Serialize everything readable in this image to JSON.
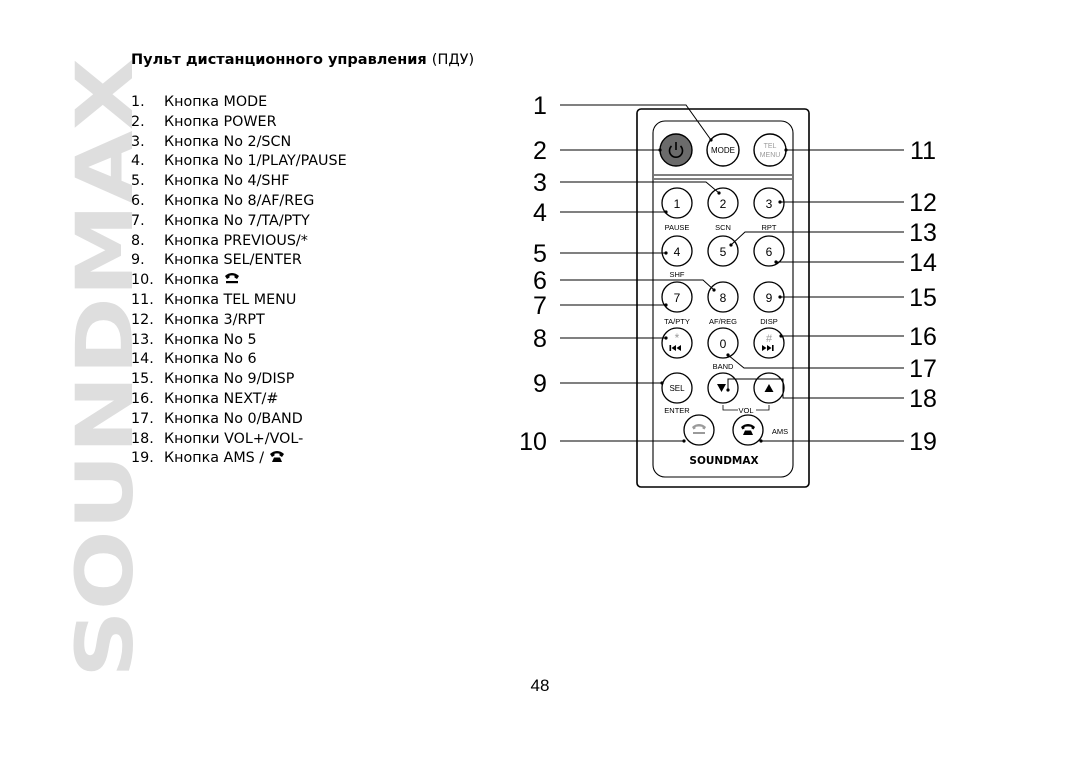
{
  "brand": {
    "watermark": "SOUNDMAX",
    "logo_text": "SOUNDMAX"
  },
  "title": {
    "main": "Пульт дистанционного управления",
    "paren": "(ПДУ)"
  },
  "items": [
    {
      "num": "1.",
      "text": "Кнопка MODE"
    },
    {
      "num": "2.",
      "text": "Кнопка POWER"
    },
    {
      "num": "3.",
      "text": "Кнопка No 2/SCN"
    },
    {
      "num": "4.",
      "text": "Кнопка No 1/PLAY/PAUSE"
    },
    {
      "num": "5.",
      "text": "Кнопка No 4/SHF"
    },
    {
      "num": "6.",
      "text": "Кнопка No 8/AF/REG"
    },
    {
      "num": "7.",
      "text": "Кнопка No 7/TA/PTY"
    },
    {
      "num": "8.",
      "text": "Кнопка PREVIOUS/*"
    },
    {
      "num": "9.",
      "text": "Кнопка SEL/ENTER"
    },
    {
      "num": "10.",
      "text": "Кнопка",
      "icon": "phone-hangup-icon"
    },
    {
      "num": "11.",
      "text": "Кнопка TEL MENU"
    },
    {
      "num": "12.",
      "text": "Кнопка 3/RPT"
    },
    {
      "num": "13.",
      "text": "Кнопка No 5"
    },
    {
      "num": "14.",
      "text": "Кнопка No 6"
    },
    {
      "num": "15.",
      "text": "Кнопка No 9/DISP"
    },
    {
      "num": "16.",
      "text": "Кнопка NEXT/#"
    },
    {
      "num": "17.",
      "text": "Кнопка No 0/BAND"
    },
    {
      "num": "18.",
      "text": "Кнопки VOL+/VOL-"
    },
    {
      "num": "19.",
      "text": "Кнопка AMS /",
      "icon": "phone-answer-icon"
    }
  ],
  "callouts_left": [
    "1",
    "2",
    "3",
    "4",
    "5",
    "6",
    "7",
    "8",
    "9",
    "10"
  ],
  "callouts_right": [
    "11",
    "12",
    "13",
    "14",
    "15",
    "16",
    "17",
    "18",
    "19"
  ],
  "remote": {
    "mode": "MODE",
    "tel_1": "TEL",
    "tel_2": "MENU",
    "k1": "1",
    "k2": "2",
    "k3": "3",
    "k4": "4",
    "k5": "5",
    "k6": "6",
    "k7": "7",
    "k8": "8",
    "k9": "9",
    "k0": "0",
    "star": "*",
    "hash": "#",
    "sel": "SEL",
    "pause": "PAUSE",
    "scn": "SCN",
    "rpt": "RPT",
    "shf": "SHF",
    "tapty": "TA/PTY",
    "afreg": "AF/REG",
    "disp": "DISP",
    "band": "BAND",
    "enter": "ENTER",
    "vol": "VOL",
    "ams": "AMS"
  },
  "colors": {
    "power_button": "#6b6b6b",
    "watermark": "#dedede",
    "line": "#000000"
  },
  "page_number": "48"
}
